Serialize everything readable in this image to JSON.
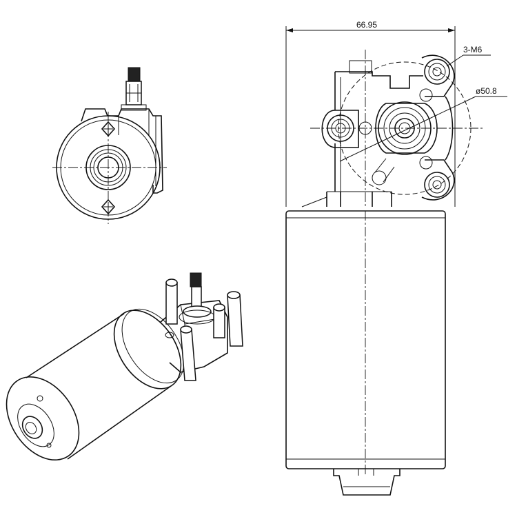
{
  "dimensions": {
    "overall_width": "66.95",
    "mount_holes": "3-M6",
    "bolt_circle": "ø50.8"
  },
  "views": [
    "front-view",
    "isometric-view",
    "side-view"
  ]
}
